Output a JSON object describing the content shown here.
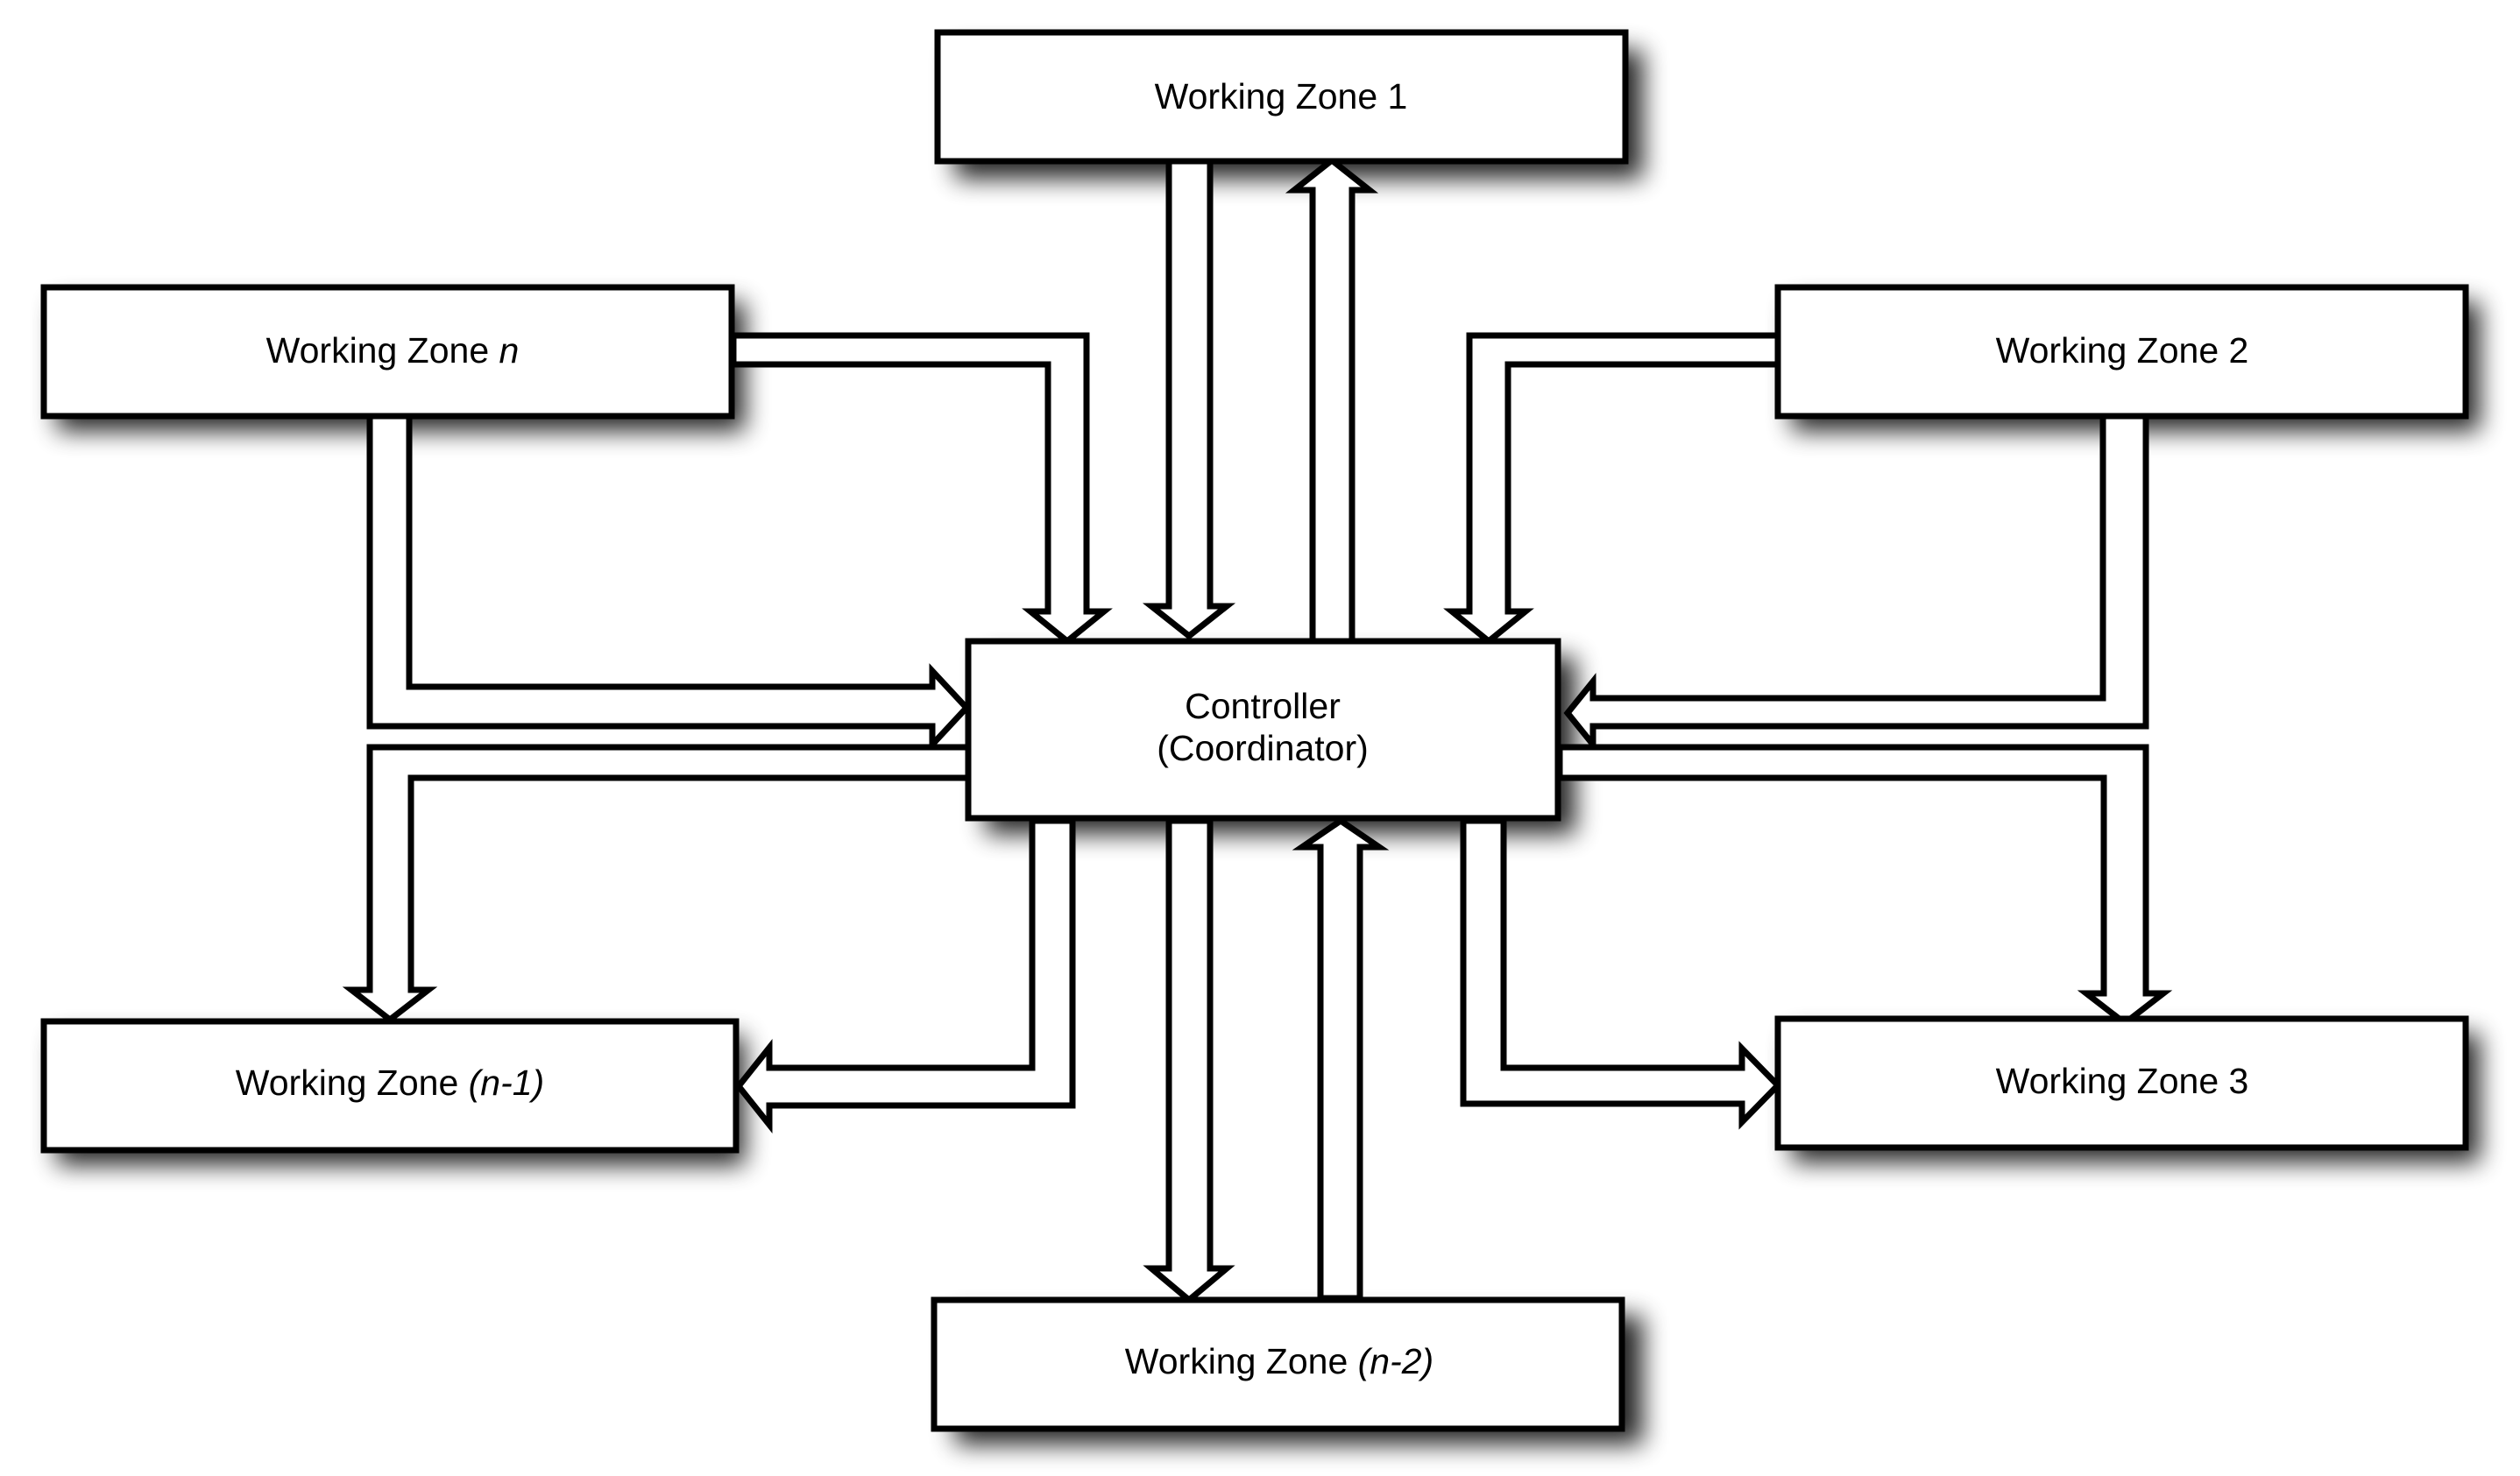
{
  "zones": {
    "zone_1": {
      "text": "Working Zone 1"
    },
    "zone_2": {
      "text": "Working Zone 2"
    },
    "zone_3": {
      "text": "Working Zone 3"
    },
    "zone_n": {
      "prefix": "Working Zone ",
      "suffix": "n"
    },
    "zone_n_minus_1": {
      "prefix": "Working Zone ",
      "suffix": "(n-1)"
    },
    "zone_n_minus_2": {
      "prefix": "Working Zone ",
      "suffix": "(n-2)"
    }
  },
  "controller": {
    "line1": "Controller",
    "line2": "(Coordinator)"
  },
  "colors": {
    "stroke": "#000000",
    "fill": "#ffffff",
    "shadow": "#000000"
  }
}
